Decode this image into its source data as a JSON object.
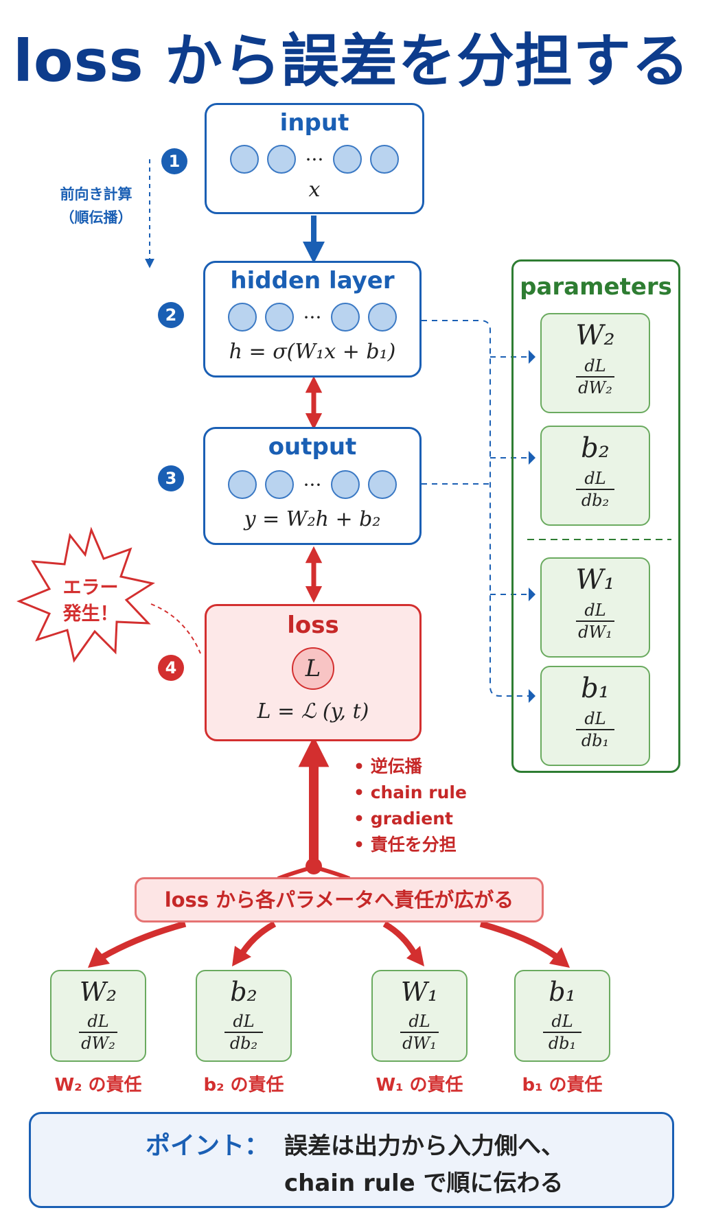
{
  "title": "loss から誤差を分担する",
  "forward_note": {
    "line1": "前向き計算",
    "line2": "（順伝播）"
  },
  "steps": [
    "1",
    "2",
    "3",
    "4"
  ],
  "layers": {
    "input": {
      "title": "input",
      "formula": "x"
    },
    "hidden": {
      "title": "hidden layer",
      "formula": "h = σ(W₁x + b₁)"
    },
    "output": {
      "title": "output",
      "formula": "y = W₂h + b₂"
    },
    "loss": {
      "title": "loss",
      "symbol": "L",
      "formula": "L = ℒ (y, t)"
    }
  },
  "neuron_dots": "···",
  "error_burst": {
    "line1": "エラー",
    "line2": "発生！"
  },
  "parameters": {
    "title": "parameters",
    "cards": [
      {
        "sym": "W₂",
        "num": "dL",
        "den": "dW₂"
      },
      {
        "sym": "b₂",
        "num": "dL",
        "den": "db₂"
      },
      {
        "sym": "W₁",
        "num": "dL",
        "den": "dW₁"
      },
      {
        "sym": "b₁",
        "num": "dL",
        "den": "db₁"
      }
    ]
  },
  "backprop_bullets": [
    "逆伝播",
    "chain rule",
    "gradient",
    "責任を分担"
  ],
  "spread_banner": "loss から各パラメータへ責任が広がる",
  "responsibility": [
    {
      "sym": "W₂",
      "num": "dL",
      "den": "dW₂",
      "label": "W₂ の責任"
    },
    {
      "sym": "b₂",
      "num": "dL",
      "den": "db₂",
      "label": "b₂ の責任"
    },
    {
      "sym": "W₁",
      "num": "dL",
      "den": "dW₁",
      "label": "W₁ の責任"
    },
    {
      "sym": "b₁",
      "num": "dL",
      "den": "db₁",
      "label": "b₁ の責任"
    }
  ],
  "point": {
    "label": "ポイント：",
    "line1": "誤差は出力から入力側へ、",
    "line2": "chain rule で順に伝わる"
  },
  "colors": {
    "blue": "#1a5fb4",
    "red": "#d32f2f",
    "green": "#2e7d32",
    "navy": "#0d3c8c"
  }
}
